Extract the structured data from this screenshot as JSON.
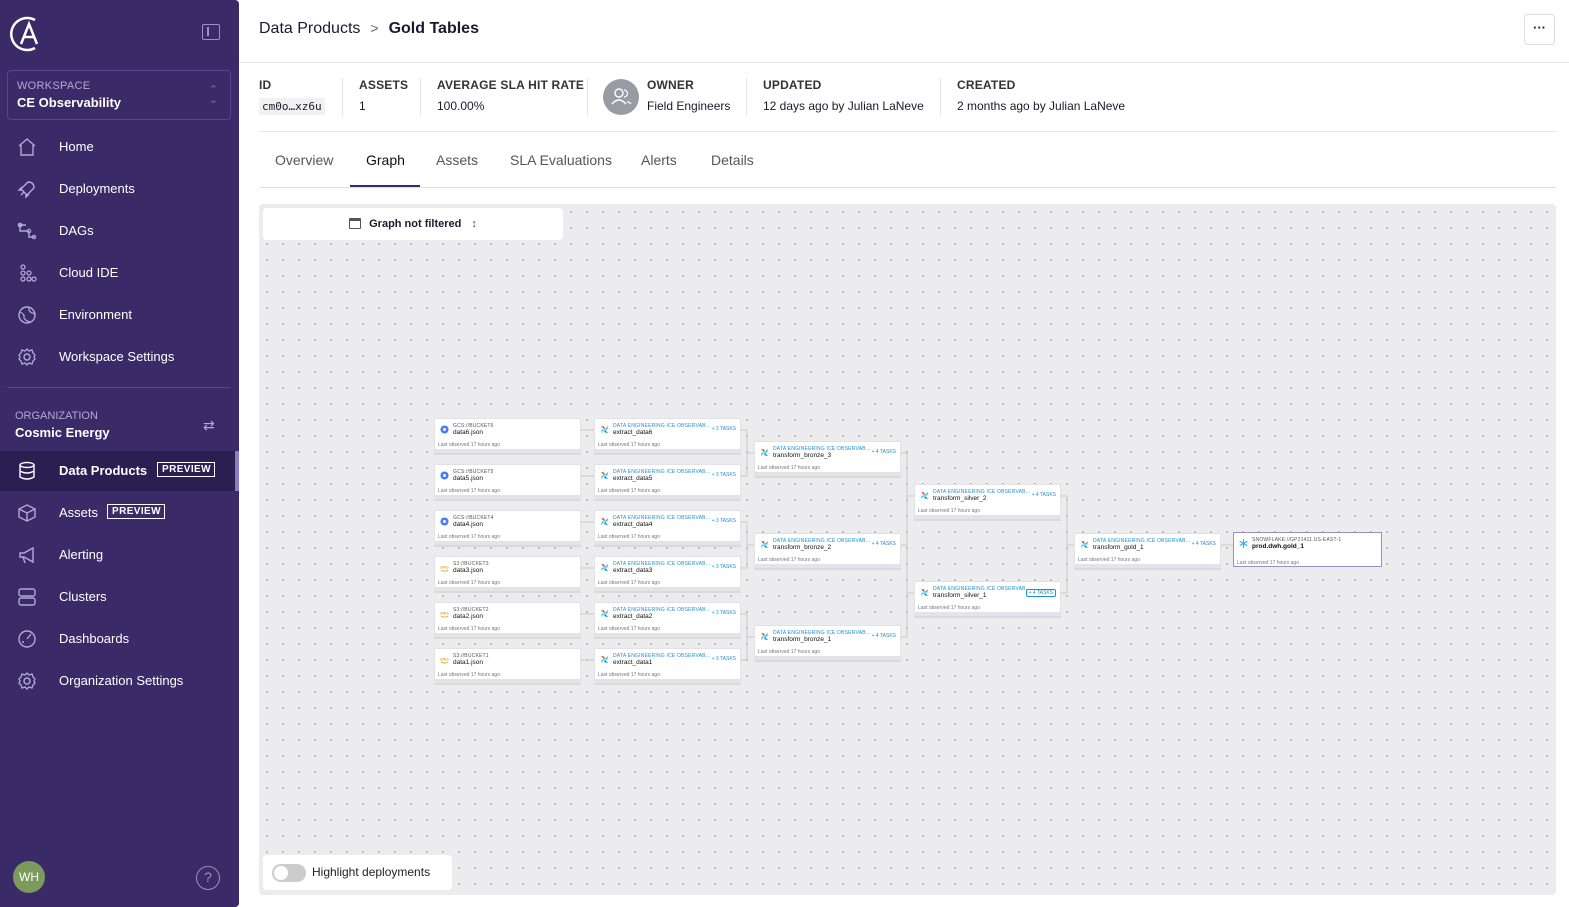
{
  "sidebar": {
    "workspace": {
      "label": "WORKSPACE",
      "name": "CE Observability"
    },
    "workspace_items": [
      {
        "label": "Home",
        "icon": "home-icon"
      },
      {
        "label": "Deployments",
        "icon": "rocket-icon"
      },
      {
        "label": "DAGs",
        "icon": "dag-icon"
      },
      {
        "label": "Cloud IDE",
        "icon": "cloud-ide-icon"
      },
      {
        "label": "Environment",
        "icon": "globe-icon"
      },
      {
        "label": "Workspace Settings",
        "icon": "gear-icon"
      }
    ],
    "organization": {
      "label": "ORGANIZATION",
      "name": "Cosmic Energy"
    },
    "org_items": [
      {
        "label": "Data Products",
        "icon": "database-icon",
        "badge": "PREVIEW",
        "active": true
      },
      {
        "label": "Assets",
        "icon": "cube-icon",
        "badge": "PREVIEW"
      },
      {
        "label": "Alerting",
        "icon": "megaphone-icon"
      },
      {
        "label": "Clusters",
        "icon": "server-icon"
      },
      {
        "label": "Dashboards",
        "icon": "gauge-icon"
      },
      {
        "label": "Organization Settings",
        "icon": "gear-icon"
      }
    ],
    "user_initials": "WH",
    "help": "?"
  },
  "breadcrumb": {
    "parent": "Data Products",
    "separator": ">",
    "current": "Gold Tables"
  },
  "more_button": "···",
  "meta": {
    "id": {
      "label": "ID",
      "value": "cm0o…xz6u"
    },
    "assets": {
      "label": "ASSETS",
      "value": "1"
    },
    "sla": {
      "label": "AVERAGE SLA HIT RATE",
      "value": "100.00%"
    },
    "owner": {
      "label": "OWNER",
      "value": "Field Engineers"
    },
    "updated": {
      "label": "UPDATED",
      "value": "12 days ago by Julian LaNeve"
    },
    "created": {
      "label": "CREATED",
      "value": "2 months ago by Julian LaNeve"
    }
  },
  "tabs": [
    "Overview",
    "Graph",
    "Assets",
    "SLA Evaluations",
    "Alerts",
    "Details"
  ],
  "active_tab": "Graph",
  "graph": {
    "filter_label": "Graph not filtered",
    "highlight_label": "Highlight deployments",
    "observed": "Last observed 17 hours ago",
    "sources": [
      {
        "bucket": "GCS://BUCKET6",
        "name": "data6.json",
        "kind": "gcs"
      },
      {
        "bucket": "GCS://BUCKET5",
        "name": "data5.json",
        "kind": "gcs"
      },
      {
        "bucket": "GCS://BUCKET4",
        "name": "data4.json",
        "kind": "gcs"
      },
      {
        "bucket": "S3://BUCKET3",
        "name": "data3.json",
        "kind": "aws"
      },
      {
        "bucket": "S3://BUCKET2",
        "name": "data2.json",
        "kind": "aws"
      },
      {
        "bucket": "S3://BUCKET1",
        "name": "data1.json",
        "kind": "aws"
      }
    ],
    "deployment": "DATA ENGINEERING ICE OBSERVAB...",
    "extract": [
      {
        "name": "extract_data6",
        "tasks": "+ 3 TASKS"
      },
      {
        "name": "extract_data5",
        "tasks": "+ 3 TASKS"
      },
      {
        "name": "extract_data4",
        "tasks": "+ 3 TASKS"
      },
      {
        "name": "extract_data3",
        "tasks": "+ 3 TASKS"
      },
      {
        "name": "extract_data2",
        "tasks": "+ 3 TASKS"
      },
      {
        "name": "extract_data1",
        "tasks": "+ 3 TASKS"
      }
    ],
    "bronze": [
      {
        "name": "transform_bronze_3",
        "tasks": "+ 4 TASKS"
      },
      {
        "name": "transform_bronze_2",
        "tasks": "+ 4 TASKS"
      },
      {
        "name": "transform_bronze_1",
        "tasks": "+ 4 TASKS"
      }
    ],
    "silver": [
      {
        "name": "transform_silver_2",
        "tasks": "+ 4 TASKS"
      },
      {
        "name": "transform_silver_1",
        "tasks": "+ 4 TASKS"
      }
    ],
    "gold": {
      "name": "transform_gold_1",
      "tasks": "+ 4 TASKS"
    },
    "table": {
      "source": "SNOWFLAKE://GP21411.US-EAST-1",
      "name": "prod.dwh.gold_1"
    }
  },
  "colors": {
    "sidebar": "#3a2a68",
    "link": "#1e8fd1",
    "canvas": "#ececef"
  }
}
